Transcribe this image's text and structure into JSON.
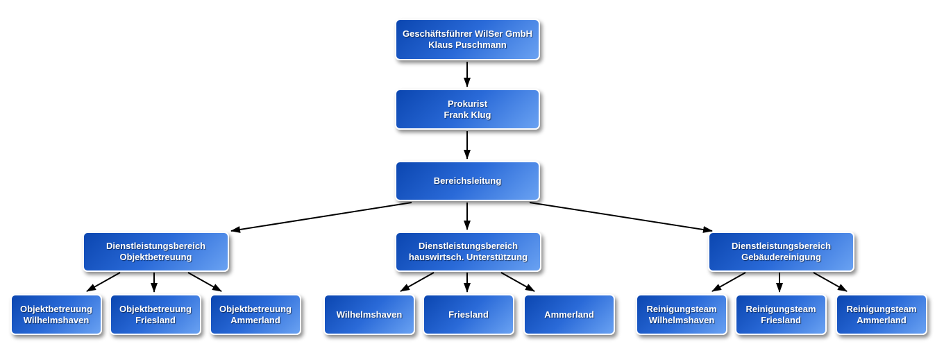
{
  "colors": {
    "node_gradient_start": "#0b46b0",
    "node_gradient_end": "#6aa2f2",
    "node_border": "#ffffff",
    "text": "#ffffff",
    "connector": "#000000"
  },
  "nodes": {
    "ceo": {
      "line1": "Geschäftsführer WilSer GmbH",
      "line2": "Klaus Puschmann"
    },
    "prokurist": {
      "line1": "Prokurist",
      "line2": "Frank Klug"
    },
    "bereichsleitung": {
      "line1": "Bereichsleitung"
    },
    "dl_objekt": {
      "line1": "Dienstleistungsbereich",
      "line2": "Objektbetreuung"
    },
    "dl_hauswirt": {
      "line1": "Dienstleistungsbereich",
      "line2": "hauswirtsch. Unterstützung"
    },
    "dl_gebaeude": {
      "line1": "Dienstleistungsbereich",
      "line2": "Gebäudereinigung"
    },
    "ob_wilhelmshaven": {
      "line1": "Objektbetreuung",
      "line2": "Wilhelmshaven"
    },
    "ob_friesland": {
      "line1": "Objektbetreuung",
      "line2": "Friesland"
    },
    "ob_ammerland": {
      "line1": "Objektbetreuung",
      "line2": "Ammerland"
    },
    "hw_wilhelmshaven": {
      "line1": "Wilhelmshaven"
    },
    "hw_friesland": {
      "line1": "Friesland"
    },
    "hw_ammerland": {
      "line1": "Ammerland"
    },
    "rt_wilhelmshaven": {
      "line1": "Reinigungsteam",
      "line2": "Wilhelmshaven"
    },
    "rt_friesland": {
      "line1": "Reinigungsteam",
      "line2": "Friesland"
    },
    "rt_ammerland": {
      "line1": "Reinigungsteam",
      "line2": "Ammerland"
    }
  }
}
